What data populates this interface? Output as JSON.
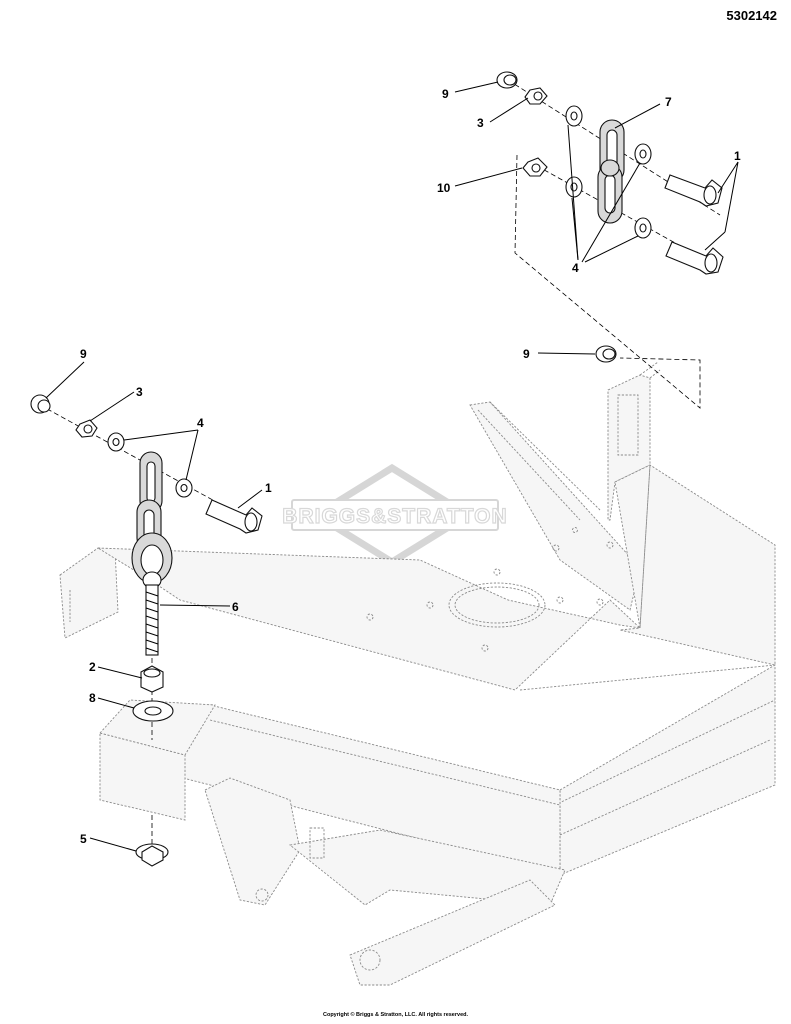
{
  "document": {
    "part_number": "5302142",
    "copyright": "Copyright © Briggs & Stratton, LLC. All rights reserved."
  },
  "watermark": {
    "text": "BRIGGS&STRATTON"
  },
  "callouts": {
    "top_group": {
      "c9": "9",
      "c3": "3",
      "c7": "7",
      "c1": "1",
      "c10": "10",
      "c4": "4"
    },
    "frame": {
      "c9": "9"
    },
    "left_group": {
      "c9": "9",
      "c3": "3",
      "c4": "4",
      "c1": "1",
      "c6": "6",
      "c2": "2",
      "c8": "8",
      "c5": "5"
    }
  },
  "colors": {
    "ink": "#000000",
    "ghost_outline": "#8a8a8a",
    "chain_fill": "#d9d9d9"
  }
}
